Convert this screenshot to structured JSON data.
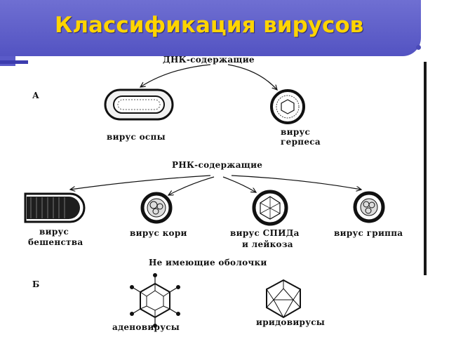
{
  "header": {
    "title": "Классификация вирусов"
  },
  "sections": {
    "a": "А",
    "b": "Б"
  },
  "groups": {
    "dna": "ДНК-содержащие",
    "rna": "РНК-содержащие",
    "naked": "Не имеющие оболочки"
  },
  "viruses": {
    "pox": "вирус оспы",
    "herpes_line1": "вирус",
    "herpes_line2": "герпеса",
    "rabies_line1": "вирус",
    "rabies_line2": "бешенства",
    "measles": "вирус кори",
    "aids_line1": "вирус СПИДа",
    "aids_line2": "и лейкоза",
    "flu": "вирус гриппа",
    "adeno": "аденовирусы",
    "irido": "иридовирусы"
  }
}
